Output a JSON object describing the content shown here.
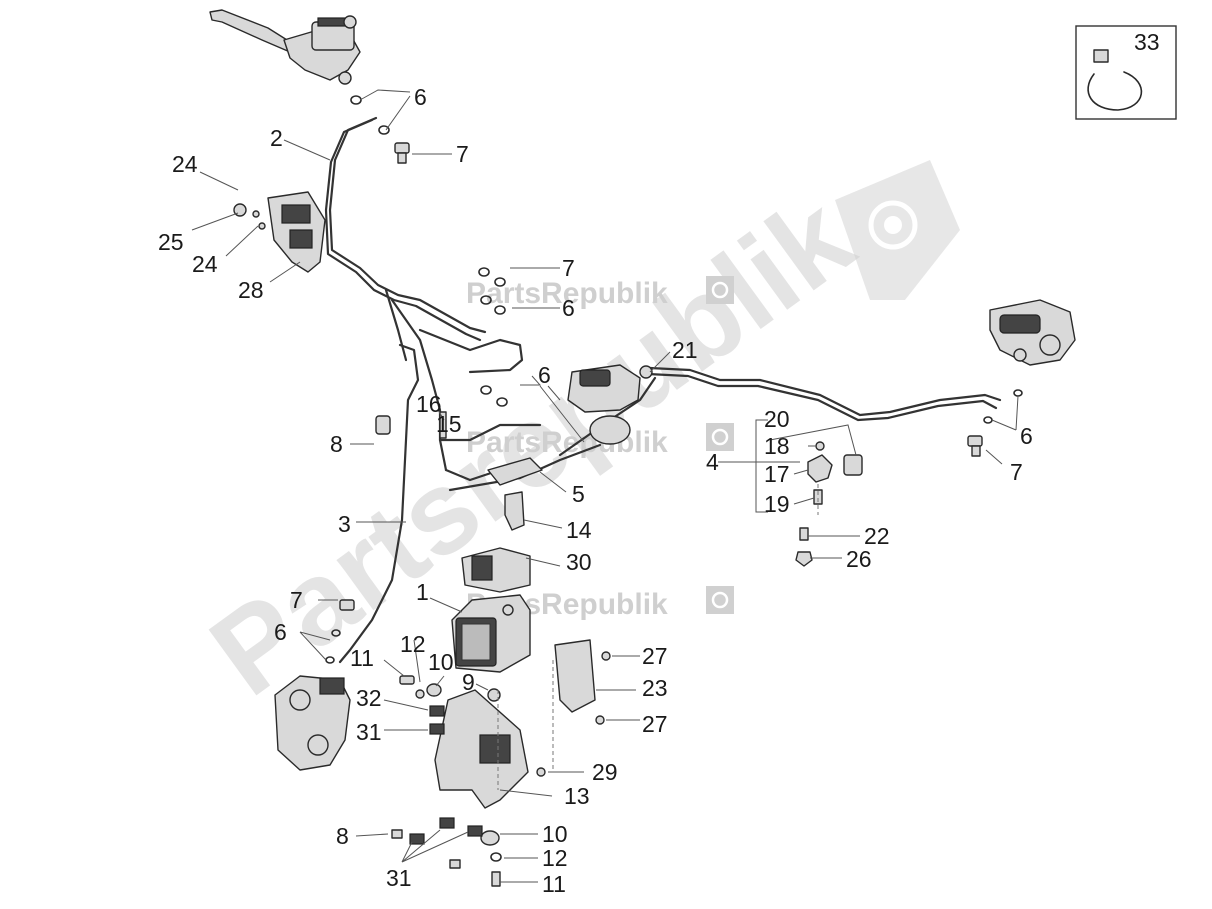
{
  "watermark": {
    "brand": "PartsRepublik",
    "diagonal": "Partsrepublik"
  },
  "inset": {
    "label": "33"
  },
  "callouts": [
    {
      "id": "c-6a",
      "text": "6"
    },
    {
      "id": "c-7a",
      "text": "7"
    },
    {
      "id": "c-2",
      "text": "2"
    },
    {
      "id": "c-24a",
      "text": "24"
    },
    {
      "id": "c-25",
      "text": "25"
    },
    {
      "id": "c-24b",
      "text": "24"
    },
    {
      "id": "c-28",
      "text": "28"
    },
    {
      "id": "c-7b",
      "text": "7"
    },
    {
      "id": "c-6b",
      "text": "6"
    },
    {
      "id": "c-21",
      "text": "21"
    },
    {
      "id": "c-6c",
      "text": "6"
    },
    {
      "id": "c-16",
      "text": "16"
    },
    {
      "id": "c-15",
      "text": "15"
    },
    {
      "id": "c-8a",
      "text": "8"
    },
    {
      "id": "c-20",
      "text": "20"
    },
    {
      "id": "c-18",
      "text": "18"
    },
    {
      "id": "c-4",
      "text": "4"
    },
    {
      "id": "c-17",
      "text": "17"
    },
    {
      "id": "c-19",
      "text": "19"
    },
    {
      "id": "c-6d",
      "text": "6"
    },
    {
      "id": "c-7c",
      "text": "7"
    },
    {
      "id": "c-5",
      "text": "5"
    },
    {
      "id": "c-3",
      "text": "3"
    },
    {
      "id": "c-14",
      "text": "14"
    },
    {
      "id": "c-22",
      "text": "22"
    },
    {
      "id": "c-26",
      "text": "26"
    },
    {
      "id": "c-30",
      "text": "30"
    },
    {
      "id": "c-1",
      "text": "1"
    },
    {
      "id": "c-7d",
      "text": "7"
    },
    {
      "id": "c-6e",
      "text": "6"
    },
    {
      "id": "c-12a",
      "text": "12"
    },
    {
      "id": "c-11a",
      "text": "11"
    },
    {
      "id": "c-10a",
      "text": "10"
    },
    {
      "id": "c-9",
      "text": "9"
    },
    {
      "id": "c-27a",
      "text": "27"
    },
    {
      "id": "c-23",
      "text": "23"
    },
    {
      "id": "c-27b",
      "text": "27"
    },
    {
      "id": "c-32",
      "text": "32"
    },
    {
      "id": "c-31a",
      "text": "31"
    },
    {
      "id": "c-29",
      "text": "29"
    },
    {
      "id": "c-13",
      "text": "13"
    },
    {
      "id": "c-8b",
      "text": "8"
    },
    {
      "id": "c-10b",
      "text": "10"
    },
    {
      "id": "c-12b",
      "text": "12"
    },
    {
      "id": "c-31b",
      "text": "31"
    },
    {
      "id": "c-11b",
      "text": "11"
    }
  ]
}
